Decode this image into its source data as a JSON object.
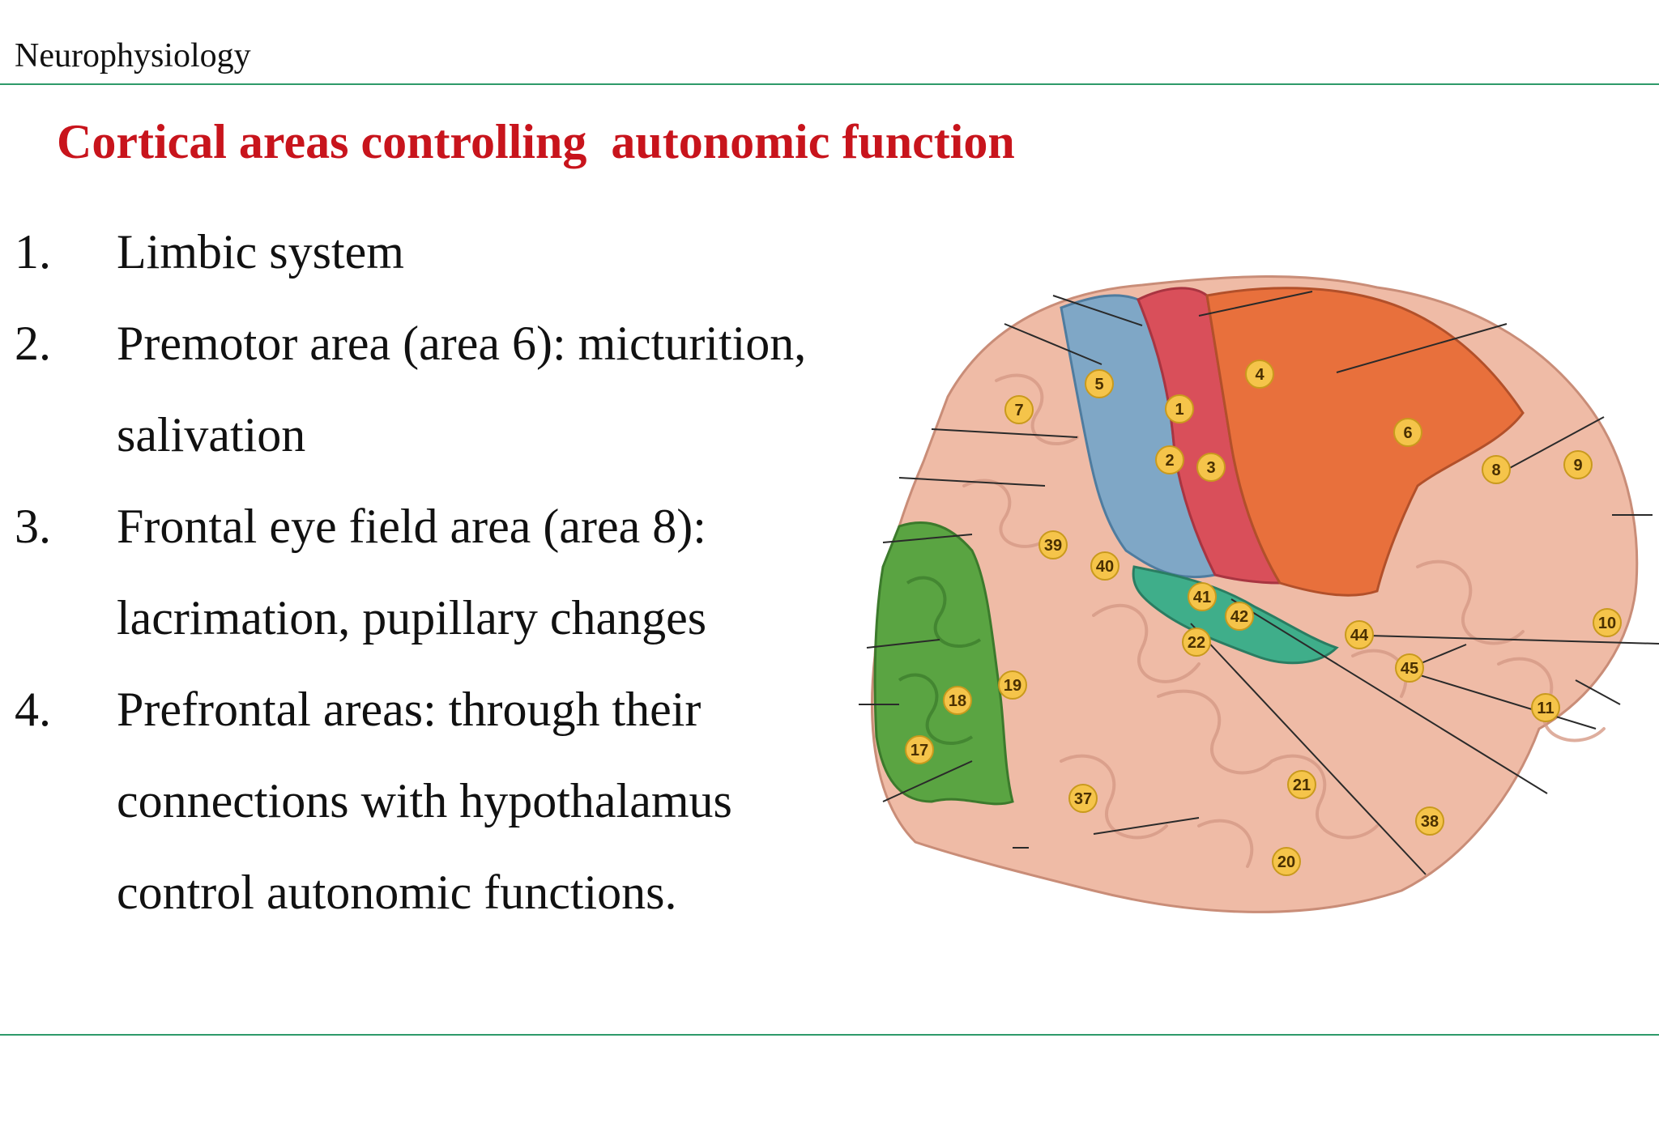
{
  "header": {
    "label": "Neurophysiology"
  },
  "title": "Cortical areas controlling  autonomic function",
  "items": [
    {
      "num": "1.",
      "lines": [
        "Limbic system"
      ]
    },
    {
      "num": "2.",
      "lines": [
        "Premotor area (area 6): micturition,",
        "salivation"
      ]
    },
    {
      "num": "3.",
      "lines": [
        "Frontal eye field area (area 8):",
        "lacrimation, pupillary changes"
      ]
    },
    {
      "num": "4.",
      "lines": [
        "Prefrontal areas: through their",
        "connections with hypothalamus",
        "control autonomic functions."
      ]
    }
  ],
  "figure": {
    "area_labels": [
      "5",
      "7",
      "1",
      "4",
      "6",
      "2",
      "3",
      "8",
      "9",
      "39",
      "40",
      "41",
      "42",
      "22",
      "44",
      "45",
      "10",
      "11",
      "18",
      "19",
      "17",
      "37",
      "21",
      "38",
      "20"
    ],
    "colors": {
      "cortex": "#efbba6",
      "green": "#5aa442",
      "blue": "#7fa7c6",
      "red": "#d94f5a",
      "orange": "#e8703c",
      "teal": "#3fae8a",
      "badge": "#f5c44a",
      "rule": "#2e9a6a",
      "title": "#c8141c"
    }
  }
}
